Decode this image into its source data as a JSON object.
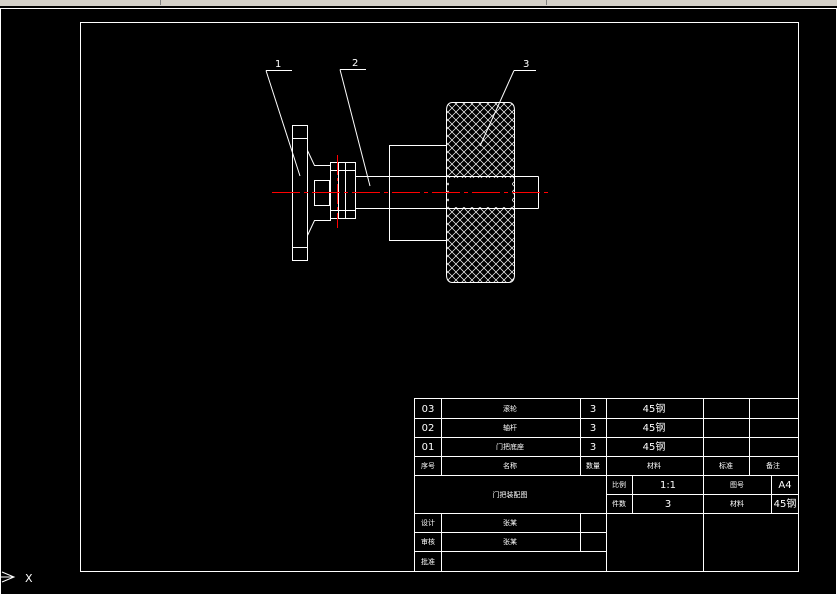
{
  "balloons": [
    "1",
    "2",
    "3"
  ],
  "bom": [
    {
      "no": "03",
      "name": "滚轮",
      "qty": "3",
      "material": "45钢"
    },
    {
      "no": "02",
      "name": "轴杆",
      "qty": "3",
      "material": "45钢"
    },
    {
      "no": "01",
      "name": "门把底座",
      "qty": "3",
      "material": "45钢"
    }
  ],
  "bom_header": {
    "no": "序号",
    "name": "名称",
    "qty": "数量",
    "material": "材料",
    "std": "标准",
    "note": "备注"
  },
  "title_block": {
    "drawing_name": "门把装配图",
    "scale_label": "比例",
    "scale": "1:1",
    "sheet_label": "图号",
    "sheet": "A4",
    "count_label": "件数",
    "count": "3",
    "material_label": "材料",
    "material": "45钢",
    "designer_label": "设计",
    "designer": "张某",
    "checker_label": "审核",
    "checker": "张某",
    "approver_label": "批准"
  },
  "ucs_label": "X",
  "colors": {
    "background": "#000000",
    "lines": "#ffffff",
    "centerline": "#ff0000"
  }
}
